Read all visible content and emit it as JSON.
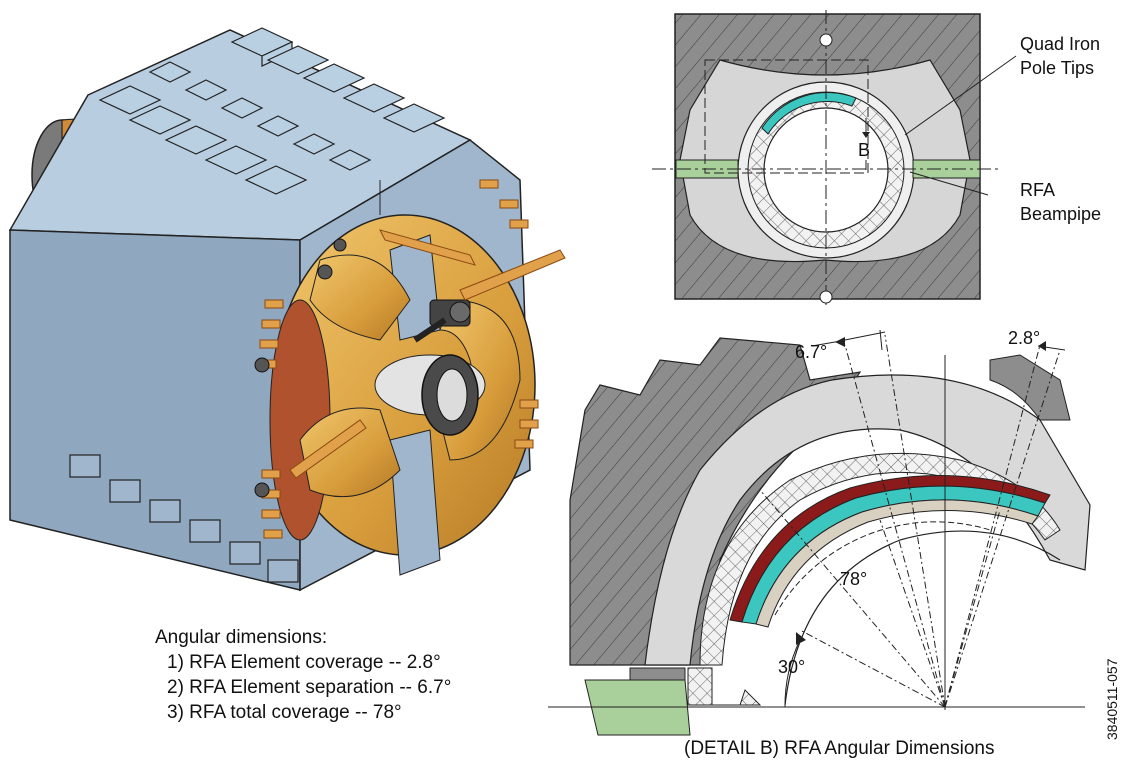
{
  "callouts": {
    "quad_iron_line1": "Quad Iron",
    "quad_iron_line2": "Pole Tips",
    "rfa_line1": "RFA",
    "rfa_line2": "Beampipe",
    "detail_letter": "B"
  },
  "angles": {
    "separation": "6.7°",
    "coverage": "2.8°",
    "total": "78°",
    "base": "30°"
  },
  "notes": {
    "heading": "Angular dimensions:",
    "items": [
      "1) RFA Element coverage -- 2.8°",
      "2) RFA Element separation -- 6.7°",
      "3) RFA total coverage -- 78°"
    ]
  },
  "caption": "(DETAIL  B)  RFA Angular Dimensions",
  "figure_id": "3840511-057",
  "colors": {
    "magnet_blue": "#9fb6cc",
    "coil_copper": "#d6a24a",
    "iron_gray": "#8d8d8d",
    "rfa_teal": "#3cc6c0",
    "rfa_red": "#8b1a1a",
    "flange_green": "#a9cf9a"
  }
}
